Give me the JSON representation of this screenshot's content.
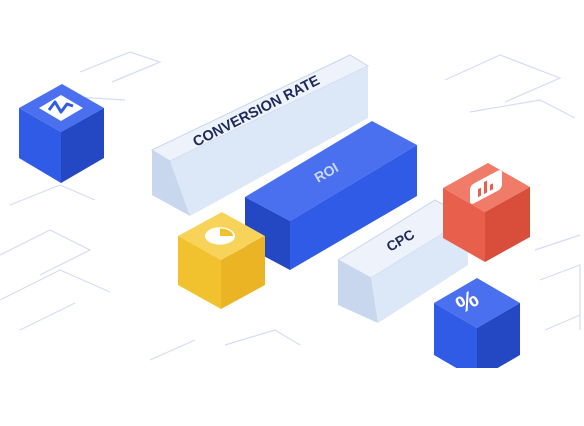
{
  "labels": {
    "conversion_rate": "CONVERSION RATE",
    "roi": "ROI",
    "cpc": "CPC",
    "percent": "%"
  },
  "icons": {
    "blue_cube_top": "chart-line-icon",
    "yellow_cube": "pie-chart-icon",
    "red_cube": "bar-chart-icon",
    "blue_cube_bottom": "percent-icon"
  },
  "colors": {
    "blue": "#2F5BE6",
    "pale_blue": "#DCE7F7",
    "yellow": "#F2C12E",
    "red": "#E8604C"
  }
}
